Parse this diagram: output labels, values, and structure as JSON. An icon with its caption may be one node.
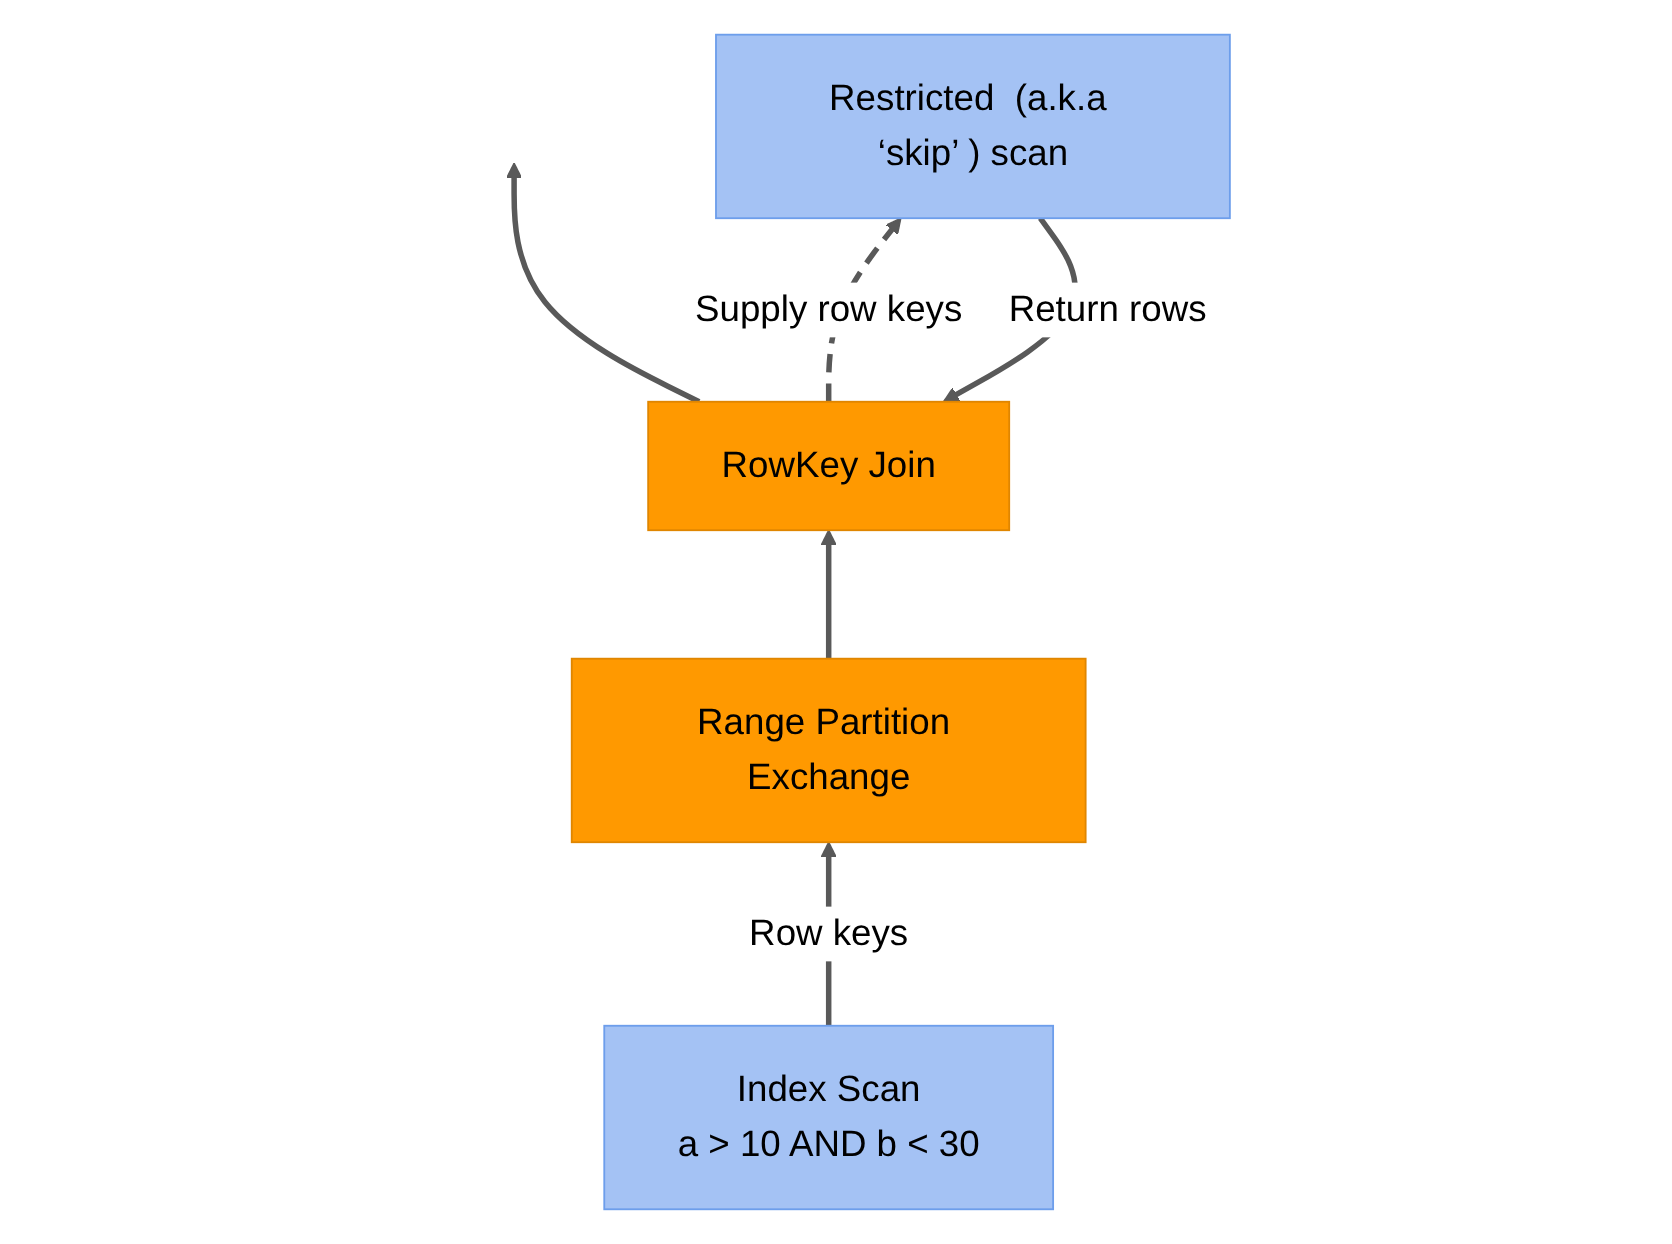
{
  "diagram": {
    "nodes": [
      {
        "text": [
          "RowKey Join"
        ]
      },
      {
        "text": [
          "Range Partition Exchange"
        ]
      },
      {
        "text": [
          "Restricted  (a.k.a ‘skip’ ) scan"
        ]
      },
      {
        "text": [
          "Index Scan",
          "a > 10 AND b < 30"
        ]
      }
    ],
    "edges": [
      {
        "from": 0,
        "to": null,
        "arrow": "to"
      },
      {
        "from": 2,
        "to": 0,
        "arrow": "to",
        "label": "Return rows"
      },
      {
        "from": 0,
        "to": 2,
        "arrow": "to",
        "label": "Supply row keys",
        "style": "dashed"
      },
      {
        "from": 1,
        "to": 0,
        "arrow": "to"
      },
      {
        "from": 3,
        "to": 1,
        "arrow": "to",
        "label": "Row keys"
      }
    ]
  }
}
